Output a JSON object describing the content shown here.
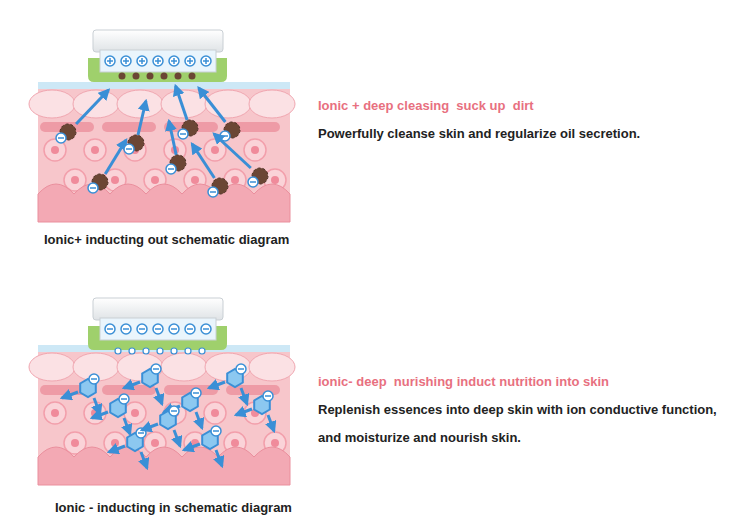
{
  "diagram": {
    "labels": [
      "Ionic + deep cleasing  suck up  dirt",
      "Powerfully cleanse skin and regularize oil secretion.",
      "Ionic+ inducting out schematic diagram",
      "ionic- deep  nurishing induct nutrition into skin",
      "Replenish essences into deep skin with ion conductive function, and moisturize and nourish skin.",
      "Ionic - inducting in schematic diagram"
    ]
  }
}
